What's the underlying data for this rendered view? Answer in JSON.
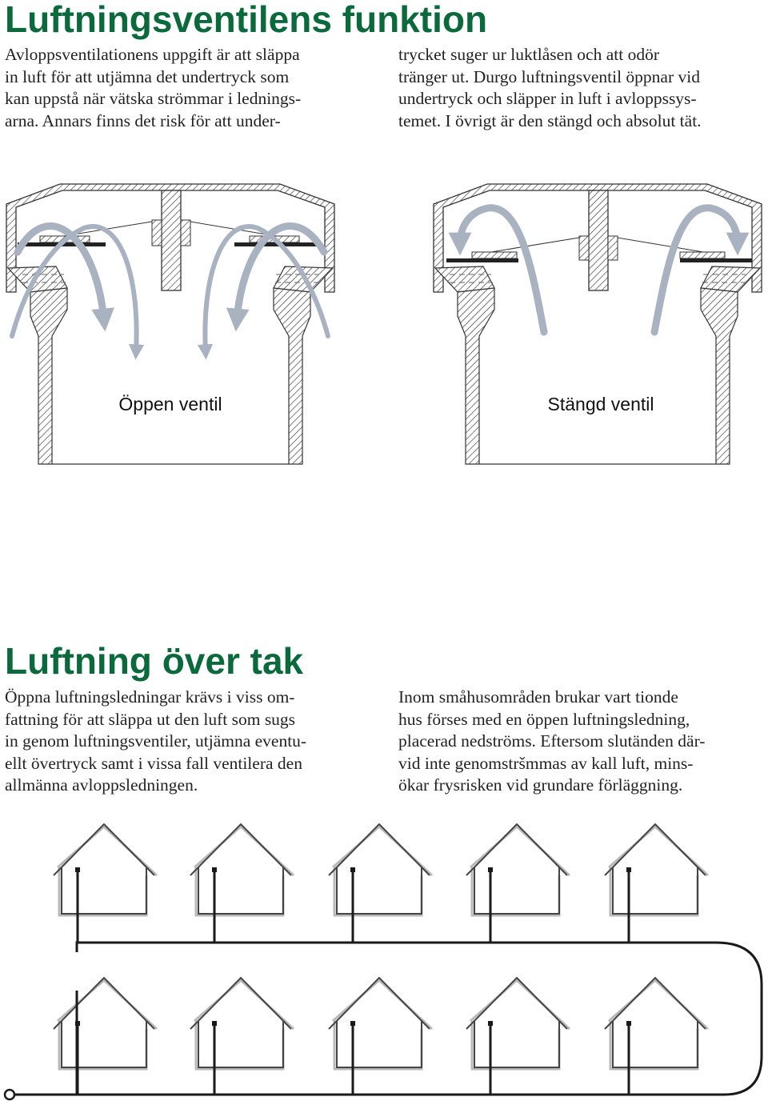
{
  "section1": {
    "title": "Luftningsventilens funktion",
    "col1": [
      "Avloppsventilationens uppgift är att släppa",
      "in luft för att utjämna det undertryck som",
      "kan uppstå när vätska strömmar i lednings-",
      "arna. Annars finns det risk för att under-"
    ],
    "col2": [
      "trycket suger ur luktlåsen och att odör",
      "tränger ut. Durgo luftningsventil öppnar vid",
      "undertryck och släpper in luft i avloppssys-",
      "temet. I övrigt är den stängd och absolut tät."
    ]
  },
  "diagram": {
    "open_label": "Öppen ventil",
    "closed_label": "Stängd ventil",
    "colors": {
      "hatch": "#333333",
      "arrow": "#a8b2c0",
      "seal": "#222222"
    }
  },
  "section2": {
    "title": "Luftning över tak",
    "col1": [
      "Öppna luftningsledningar krävs i viss om-",
      "fattning för att släppa ut den luft som sugs",
      "in genom luftningsventiler, utjämna eventu-",
      "ellt övertryck samt i vissa fall ventilera den",
      "allmänna avloppsledningen."
    ],
    "col2": [
      "Inom småhusområden brukar vart tionde",
      "hus förses med en öppen luftningsledning,",
      "placerad nedströms. Eftersom slutänden där-",
      "vid inte genomstršmmas av kall luft, mins-",
      "ökar frysrisken vid grundare förläggning."
    ]
  },
  "houses": {
    "rows": 2,
    "per_row": 5,
    "colors": {
      "outline": "#444444",
      "shadow": "#b9b9b9",
      "pipe": "#1a1a1a"
    }
  }
}
